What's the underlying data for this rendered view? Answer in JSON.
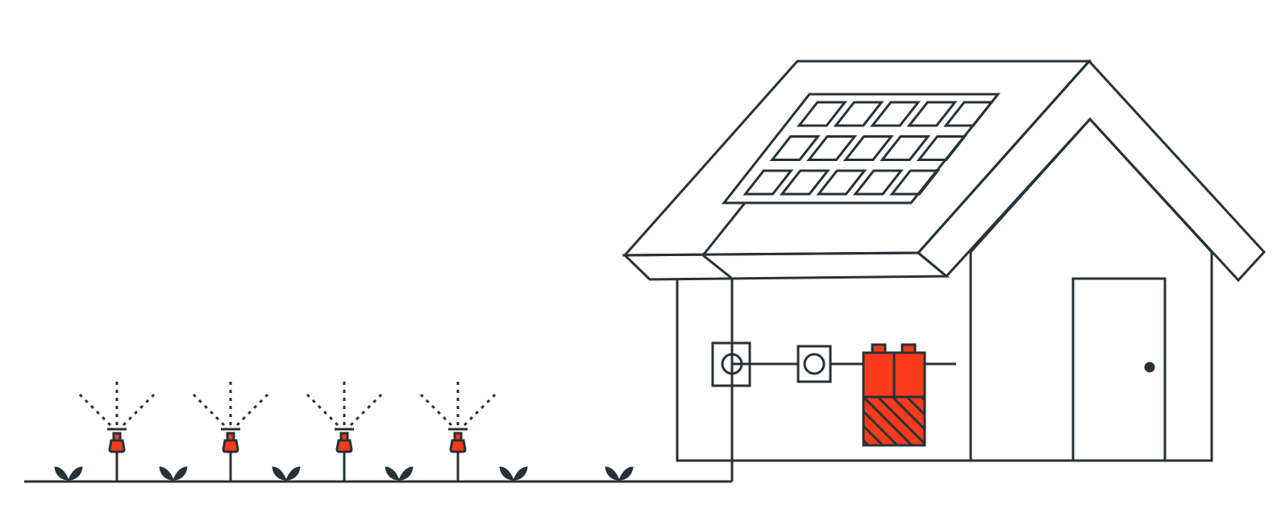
{
  "colors": {
    "stroke": "#263238",
    "accent": "#fc3a1c",
    "background": "#ffffff"
  },
  "scene": {
    "house": {
      "solar_panel": {
        "rows": 3,
        "cols": 5
      },
      "battery": {
        "terminals": 2
      },
      "meters": 2,
      "door_icon": "door-icon"
    },
    "irrigation": {
      "sprinkler_count": 4,
      "sprout_count": 6
    }
  }
}
